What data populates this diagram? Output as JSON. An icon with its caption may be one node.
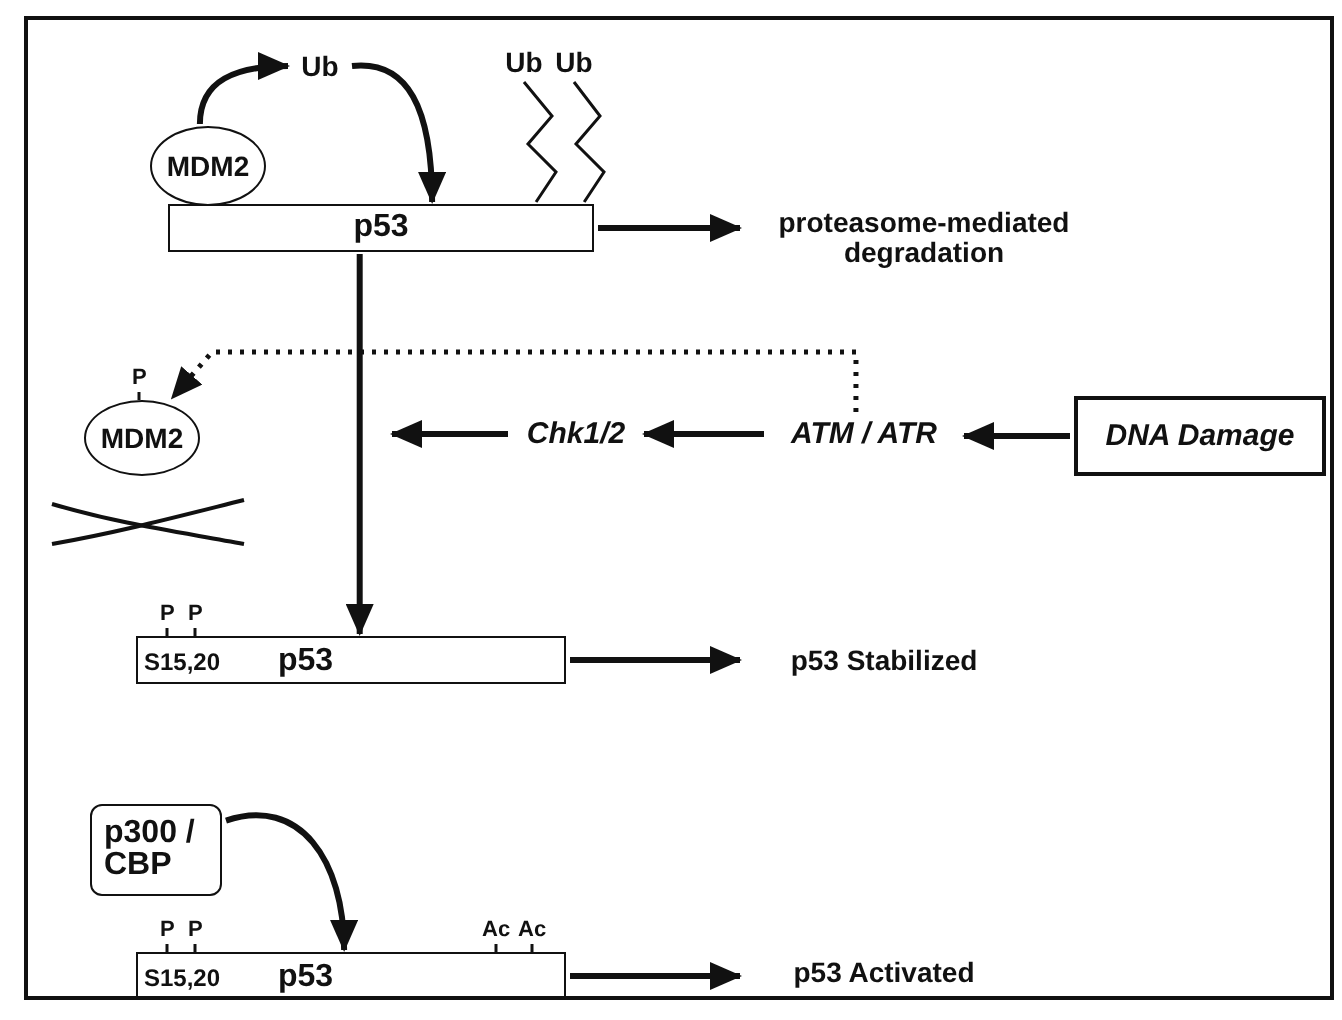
{
  "diagram": {
    "nodes": [
      {
        "text": [
          "Ub"
        ]
      },
      {
        "text": [
          "Ub"
        ]
      },
      {
        "text": [
          "Ub"
        ]
      },
      {
        "text": [
          "MDM2"
        ]
      },
      {
        "text": [
          "p53"
        ]
      },
      {
        "text": [
          "proteasome-mediated degradation"
        ]
      },
      {
        "text": [
          "MDM2"
        ],
        "beside": [
          "P"
        ]
      },
      {
        "text": [
          "Chk1/2"
        ]
      },
      {
        "text": [
          "ATM / ATR"
        ]
      },
      {
        "text": [
          "DNA Damage"
        ]
      },
      {
        "text": [
          "S15,20",
          "p53"
        ],
        "beside": [
          "P",
          "P"
        ]
      },
      {
        "text": [
          "p53 Stabilized"
        ]
      },
      {
        "text": [
          "p300 / CBP"
        ]
      },
      {
        "text": [
          "S15,20",
          "p53"
        ],
        "beside": [
          "P",
          "P",
          "Ac",
          "Ac"
        ]
      },
      {
        "text": [
          "p53 Activated"
        ]
      }
    ],
    "edges": [
      {
        "from": 3,
        "to": 0,
        "arrow": "to"
      },
      {
        "from": 0,
        "to": 4,
        "arrow": "to"
      },
      {
        "from": 1,
        "to": 4,
        "arrow": "none"
      },
      {
        "from": 2,
        "to": 4,
        "arrow": "none"
      },
      {
        "from": 4,
        "to": 5,
        "arrow": "to"
      },
      {
        "from": 4,
        "to": 10,
        "arrow": "to"
      },
      {
        "from": 8,
        "to": 6,
        "arrow": "to",
        "style": "dashed"
      },
      {
        "from": 9,
        "to": 8,
        "arrow": "to"
      },
      {
        "from": 8,
        "to": 7,
        "arrow": "to"
      },
      {
        "from": 7,
        "to": null,
        "arrow": "to"
      },
      {
        "from": 10,
        "to": 11,
        "arrow": "to"
      },
      {
        "from": 12,
        "to": 13,
        "arrow": "to"
      },
      {
        "from": 13,
        "to": 14,
        "arrow": "to"
      }
    ]
  }
}
